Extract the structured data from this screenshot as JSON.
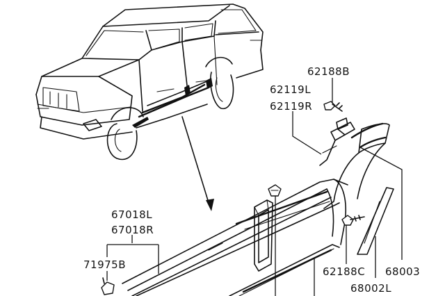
{
  "diagram": {
    "part_labels": [
      {
        "id": "62188B",
        "text": "62188B"
      },
      {
        "id": "62119L",
        "text": "62119L"
      },
      {
        "id": "62119R",
        "text": "62119R"
      },
      {
        "id": "67018L",
        "text": "67018L"
      },
      {
        "id": "67018R",
        "text": "67018R"
      },
      {
        "id": "71975B",
        "text": "71975B"
      },
      {
        "id": "62188C",
        "text": "62188C"
      },
      {
        "id": "68003",
        "text": "68003"
      },
      {
        "id": "68002L",
        "text": "68002L"
      }
    ]
  }
}
